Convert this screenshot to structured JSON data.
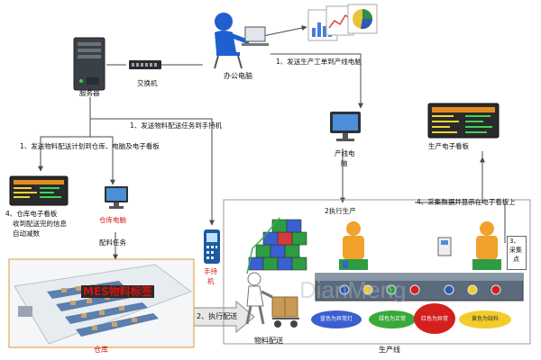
{
  "nodes": {
    "server": "服务器",
    "switch": "交换机",
    "office_pc": "办公电脑",
    "line_pc": [
      "产线电",
      "脑"
    ],
    "wh_pc": "仓库电脑",
    "handheld": [
      "手持",
      "机"
    ],
    "wh_board_text": [
      "4、仓库电子看板",
      "收到配送完的信息",
      "自动减数"
    ],
    "prod_board": "生产电子看板",
    "warehouse": "仓库",
    "mes_label": "MES物料标签",
    "material_delivery": "物料配送",
    "prod_line": "生产线",
    "collect_point": [
      "3、",
      "采集",
      "点"
    ],
    "watermark": "DianMeng"
  },
  "steps": {
    "s1_order": "1、发送生产工单到产线电脑",
    "s1_handheld": "1、发送物料配送任务到手持机",
    "s1_plan": "1、发送物料配送计划到仓库、电脑及电子看板",
    "s2_exec": "2执行生产",
    "dispatch_task": "配料任务",
    "s2_delivery": "2、执行配送",
    "s4_collect": "4、采集数据并显示在电子看板上"
  },
  "status_tags": [
    "蓝色为异常灯",
    "绿色为正常",
    "红色为异常",
    "黄色为缺料"
  ],
  "colors": {
    "label_red": "#d2140f",
    "arrow": "#4a4a4a",
    "line_box": "#9a9a9a",
    "warehouse_border": "#e09a30",
    "tag_blue": "#3a5fd0",
    "tag_green": "#3aa93a",
    "tag_red": "#d51f1f",
    "tag_yellow": "#f2cd2a"
  },
  "icons": [
    "server-icon",
    "switch-icon",
    "office-worker-icon",
    "chart-documents-icon",
    "production-pc-icon",
    "warehouse-board-icon",
    "warehouse-pc-icon",
    "handheld-device-icon",
    "production-board-icon",
    "warehouse-floor-icon",
    "worker-cart-icon",
    "boxes-stack-icon",
    "line-worker-icon",
    "collector-icon",
    "conveyor-icon"
  ]
}
